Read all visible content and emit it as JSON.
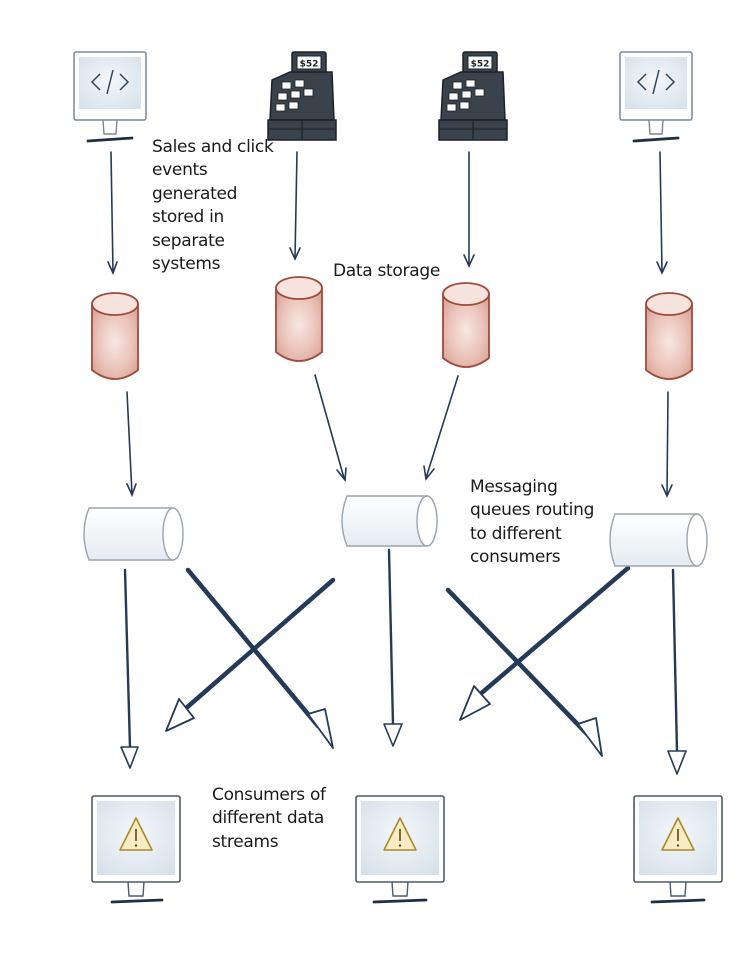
{
  "annotations": {
    "sales_events": [
      "Sales and click",
      "events",
      "generated",
      "stored in",
      "separate",
      "systems"
    ],
    "data_storage": [
      "Data storage"
    ],
    "messaging": [
      "Messaging",
      "queues routing",
      "to different",
      "consumers"
    ],
    "consumers": [
      "Consumers of",
      "different data",
      "streams"
    ]
  },
  "colors": {
    "ink": "#1f2f45",
    "arrow": "#243a58",
    "monitor_fill": "#e6edf3",
    "register_fill": "#3a434c",
    "db_stroke": "#a04a3c",
    "db_fill": "#f1d6cf",
    "queue_stroke": "#9aa4ad",
    "warning_stroke": "#a8892a",
    "warning_fill": "#f7ecc4"
  },
  "icons": {
    "sources": [
      "code-monitor-icon",
      "cash-register-icon",
      "cash-register-icon",
      "code-monitor-icon"
    ],
    "storage": [
      "database-icon",
      "database-icon",
      "database-icon",
      "database-icon"
    ],
    "queues": [
      "queue-icon",
      "queue-icon",
      "queue-icon"
    ],
    "consumers": [
      "warning-monitor-icon",
      "warning-monitor-icon",
      "warning-monitor-icon"
    ]
  },
  "register_label": "$52"
}
